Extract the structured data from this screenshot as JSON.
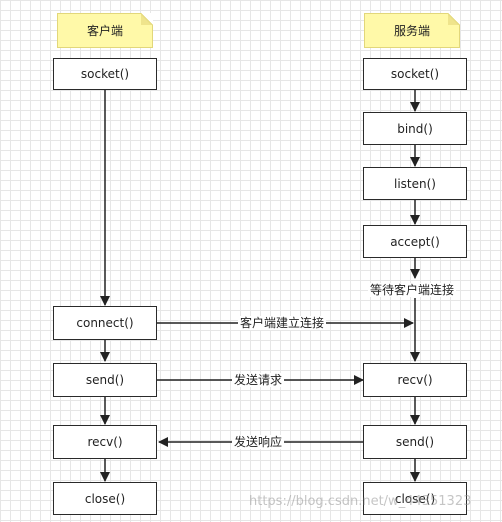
{
  "client": {
    "title": "客户端",
    "steps": [
      "socket()",
      "connect()",
      "send()",
      "recv()",
      "close()"
    ]
  },
  "server": {
    "title": "服务端",
    "steps": [
      "socket()",
      "bind()",
      "listen()",
      "accept()",
      "recv()",
      "send()",
      "close()"
    ],
    "waiting_label": "等待客户端连接"
  },
  "messages": {
    "connect": "客户端建立连接",
    "request": "发送请求",
    "response": "发送响应"
  },
  "watermark": "https://blog.csdn.net/w_44351323"
}
